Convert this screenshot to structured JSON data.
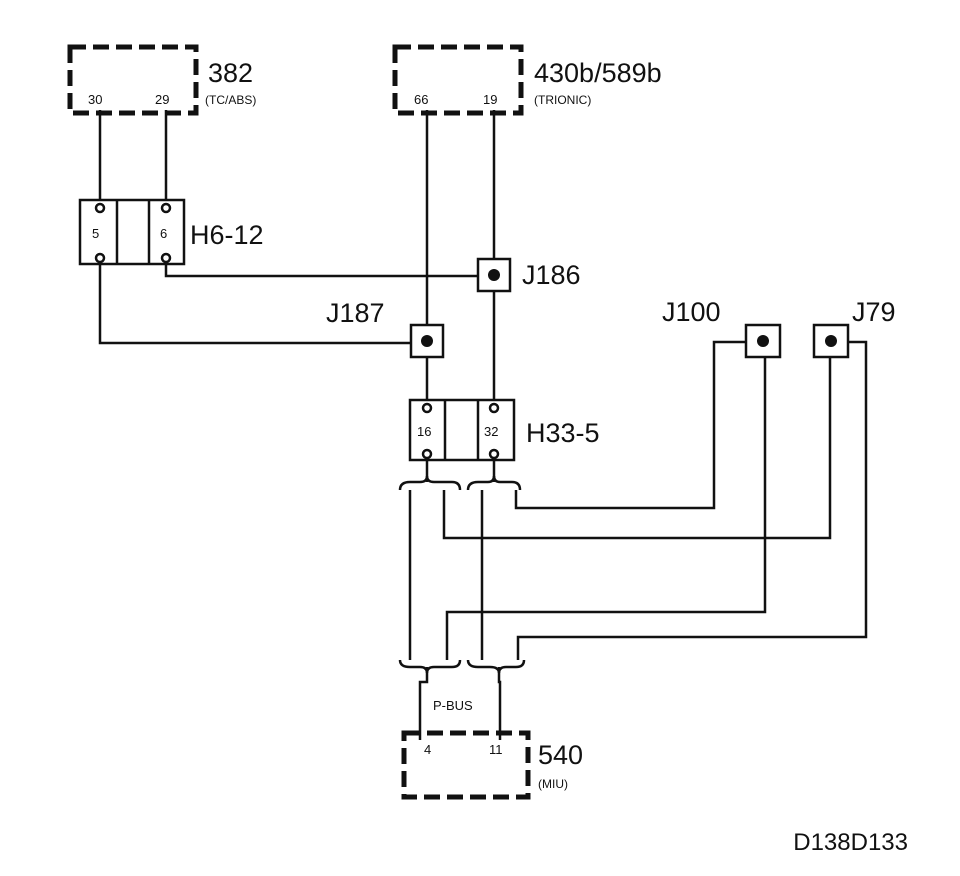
{
  "modules": {
    "m382": {
      "id": "382",
      "desc": "(TC/ABS)",
      "pin_a": "30",
      "pin_b": "29"
    },
    "m430": {
      "id": "430b/589b",
      "desc": "(TRIONIC)",
      "pin_a": "66",
      "pin_b": "19"
    },
    "m540": {
      "id": "540",
      "desc": "(MIU)",
      "pin_a": "4",
      "pin_b": "11"
    }
  },
  "connectors": {
    "h6": {
      "id": "H6-12",
      "pin_a": "5",
      "pin_b": "6"
    },
    "h33": {
      "id": "H33-5",
      "pin_a": "16",
      "pin_b": "32"
    }
  },
  "junctions": {
    "j186": "J186",
    "j187": "J187",
    "j100": "J100",
    "j79": "J79"
  },
  "bus_label": "P-BUS",
  "figure_code": "D138D133"
}
